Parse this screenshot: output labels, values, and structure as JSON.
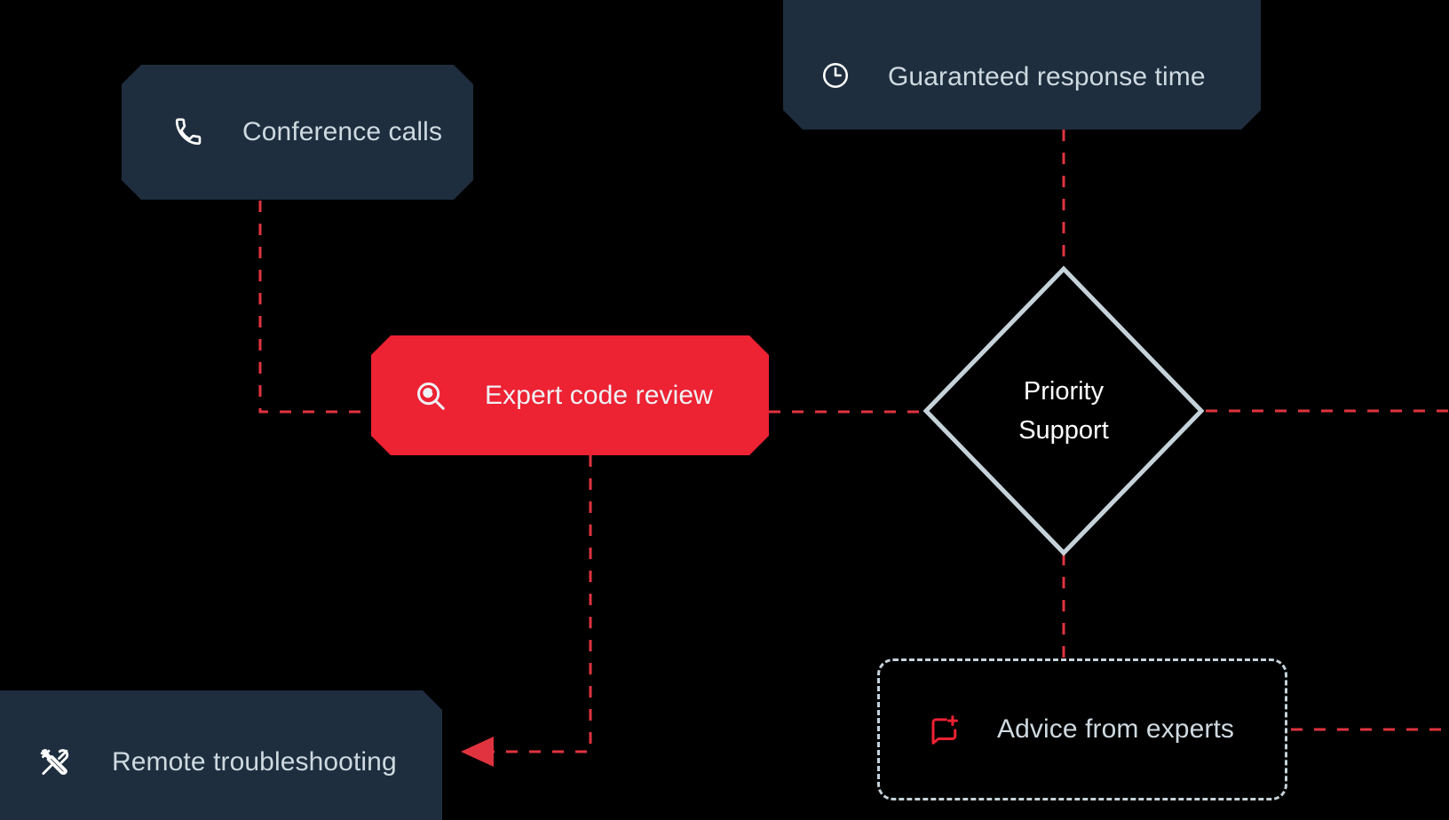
{
  "diagram": {
    "background_color": "#000000",
    "node_fill": "#1e2e3e",
    "accent_color": "#ed2233",
    "edge_color": "#e0333f",
    "border_light": "#c6d2da",
    "text_color": "#ced9e0"
  },
  "nodes": {
    "conference_calls": {
      "label": "Conference calls",
      "icon": "phone-icon"
    },
    "guaranteed_response": {
      "label": "Guaranteed response time",
      "icon": "clock-icon"
    },
    "expert_code_review": {
      "label": "Expert code review",
      "icon": "magnifier-eye-icon"
    },
    "priority_support": {
      "label_line1": "Priority",
      "label_line2": "Support"
    },
    "remote_troubleshooting": {
      "label": "Remote troubleshooting",
      "icon": "tools-icon"
    },
    "advice_from_experts": {
      "label": "Advice from experts",
      "icon": "chat-plus-icon"
    }
  }
}
